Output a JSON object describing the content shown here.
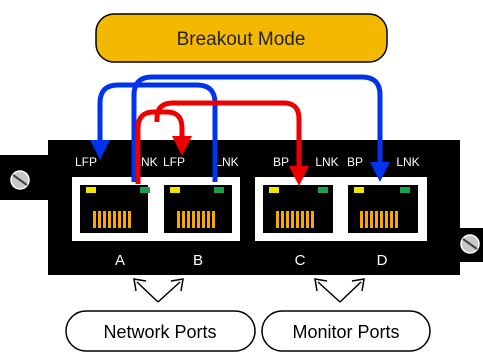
{
  "title": "Breakout Mode",
  "ports": [
    {
      "letter": "A",
      "left_label": "LFP",
      "right_label": "LNK"
    },
    {
      "letter": "B",
      "left_label": "LFP",
      "right_label": "LNK"
    },
    {
      "letter": "C",
      "left_label": "BP",
      "right_label": "LNK"
    },
    {
      "letter": "D",
      "left_label": "BP",
      "right_label": "LNK"
    }
  ],
  "groups": {
    "network": "Network Ports",
    "monitor": "Monitor Ports"
  },
  "colors": {
    "title_fill": "#f5b800",
    "panel": "#000000",
    "port_body": "#ffffff",
    "jack": "#000000",
    "contacts": "#f5a800",
    "led_yellow": "#f2e600",
    "led_green": "#1aa04a",
    "arrow_blue": "#0033ee",
    "arrow_red": "#ee0000"
  }
}
